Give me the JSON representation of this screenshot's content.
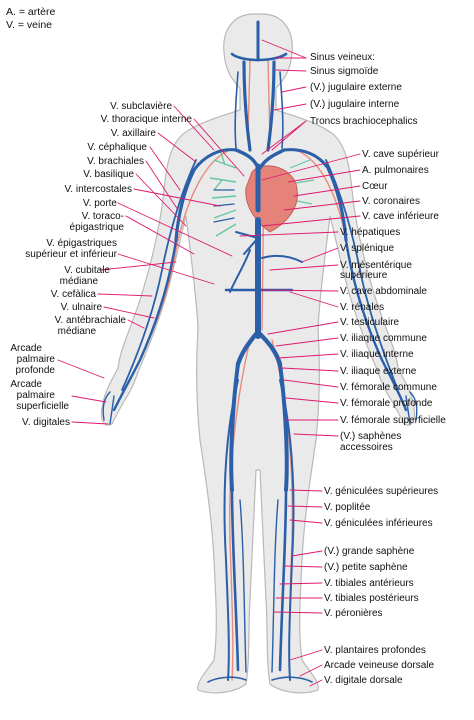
{
  "legend": [
    "A. = artère",
    "V. = veine"
  ],
  "colors": {
    "vein": "#2b5fa8",
    "artery_light": "#e98b7d",
    "heart": "#e5837a",
    "leader": "#e0186c",
    "body_fill": "#eaeaea",
    "body_stroke": "#b9b9b9",
    "lung": "#63c7a0"
  },
  "labels_left": [
    "V. subclavière",
    "V. thoracique interne",
    "V. axillaire",
    "V. céphalique",
    "V. brachiales",
    "V. basilique",
    "V. intercostales",
    "V. porte",
    "V. toraco-",
    "épigastrique",
    "V. épigastriques",
    "supérieur et inférieur",
    "V. cubitale",
    "médiane",
    "V. cefàlica",
    "V. ulnaire",
    "V. antébrachiale",
    "médiane",
    "Arcade",
    "palmaire",
    "profonde",
    "Arcade",
    "palmaire",
    "superficielle",
    "V. digitales"
  ],
  "labels_right": [
    "Sinus veineux:",
    "Sinus sigmoïde",
    "(V.) jugulaire externe",
    "(V.) jugulaire interne",
    "Troncs brachiocephalics",
    "V. cave supérieur",
    "A. pulmonaires",
    "Cœur",
    "V. coronaires",
    "V. cave inférieure",
    "V. hépatiques",
    "V. splénique",
    "V. mésentérique",
    "supérieure",
    "V. cave abdominale",
    "V. rénales",
    "V. testiculaire",
    "V. iliaque commune",
    "V. iliaque interne",
    "V. iliaque externe",
    "V. fémorale commune",
    "V. fémorale profonde",
    "V. fémorale superficielle",
    "(V.) saphènes",
    "accessoires",
    "V. géniculées supérieures",
    "V. poplitée",
    "V. géniculées inférieures",
    "(V.) grande saphène",
    "(V.) petite saphène",
    "V. tibiales antérieurs",
    "V. tibiales postérieurs",
    "V. péronières",
    "V. plantaires profondes",
    "Arcade veineuse dorsale",
    "V. digitale dorsale"
  ]
}
